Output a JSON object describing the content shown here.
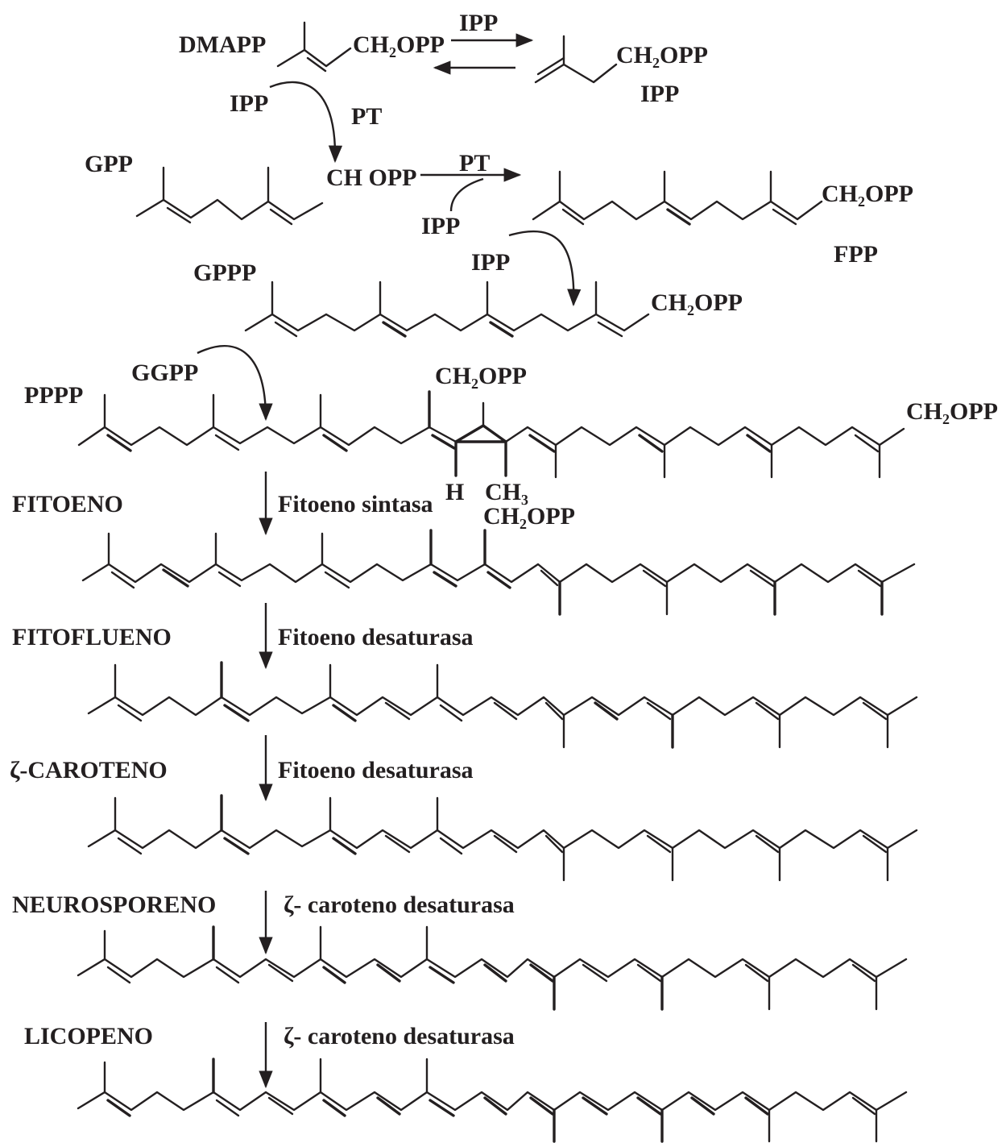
{
  "labels": {
    "dmapp": "DMAPP",
    "ch2opp_top": "CH₂OPP",
    "ipp_top_arrow": "IPP",
    "ch2opp_ipp": "CH₂OPP",
    "ipp_product": "IPP",
    "ipp_left": "IPP",
    "pt_1": "PT",
    "gpp": "GPP",
    "ch_opp": "CH OPP",
    "pt_2": "PT",
    "ipp_gpp": "IPP",
    "ch2opp_fpp": "CH₂OPP",
    "fpp": "FPP",
    "gppp": "GPPP",
    "ipp_fpp": "IPP",
    "ch2opp_gppp": "CH₂OPP",
    "ggpp": "GGPP",
    "pppp": "PPPP",
    "ch2opp_pppp_top": "CH₂OPP",
    "ch2opp_pppp_right": "CH₂OPP",
    "h_atom": "H",
    "ch3": "CH₃",
    "ch2opp_pppp_bottom": "CH₂OPP",
    "fitoeno": "FITOENO",
    "fitoeno_sintasa": "Fitoeno sintasa",
    "fitoflueno": "FITOFLUENO",
    "fitoeno_desaturasa_1": "Fitoeno desaturasa",
    "zeta_caroteno": "ζ-CAROTENO",
    "fitoeno_desaturasa_2": "Fitoeno desaturasa",
    "neurosporeno": "NEUROSPORENO",
    "zeta_desaturasa_1": "ζ- caroteno desaturasa",
    "licopeno": "LICOPENO",
    "zeta_desaturasa_2": "ζ- caroteno desaturasa"
  },
  "colors": {
    "ink": "#231f20",
    "background": "#ffffff"
  }
}
